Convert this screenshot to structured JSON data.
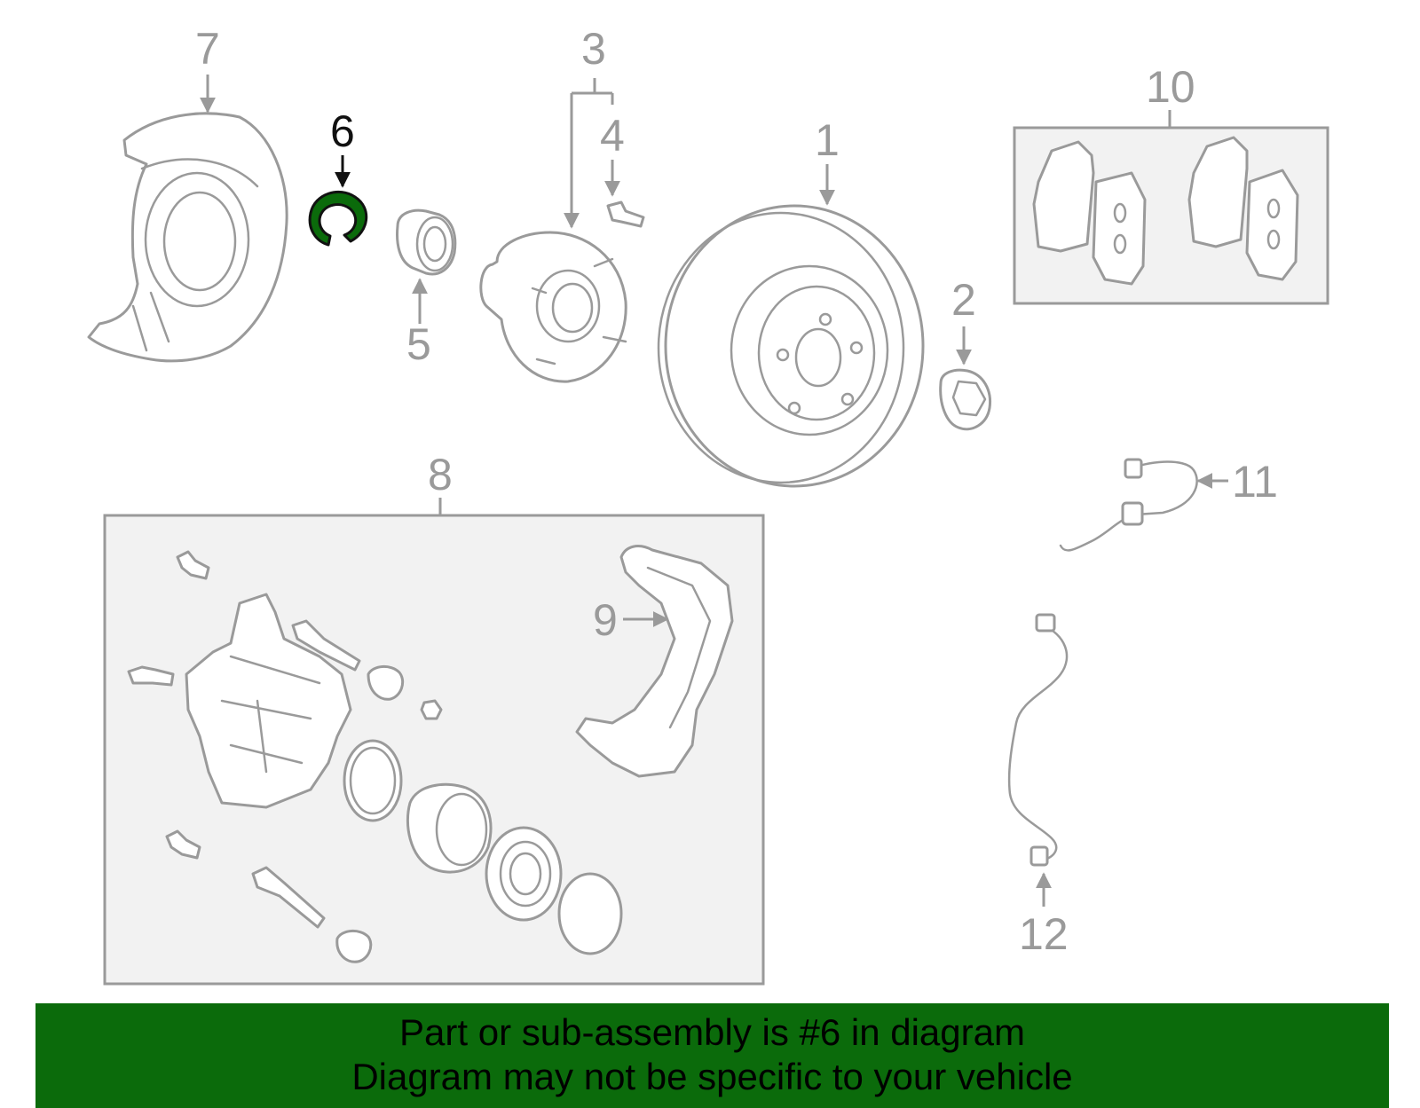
{
  "callouts": {
    "n1": "1",
    "n2": "2",
    "n3": "3",
    "n4": "4",
    "n5": "5",
    "n6": "6",
    "n7": "7",
    "n8": "8",
    "n9": "9",
    "n10": "10",
    "n11": "11",
    "n12": "12"
  },
  "highlight": {
    "part_number": "6",
    "color": "#0b6b0b"
  },
  "colors": {
    "line_art": "#9a9a9a",
    "inset_fill": "#f2f2f2",
    "banner": "#0b6b0b"
  },
  "banner": {
    "line1": "Part or sub-assembly is #6 in diagram",
    "line2": "Diagram may not be specific to your vehicle"
  }
}
